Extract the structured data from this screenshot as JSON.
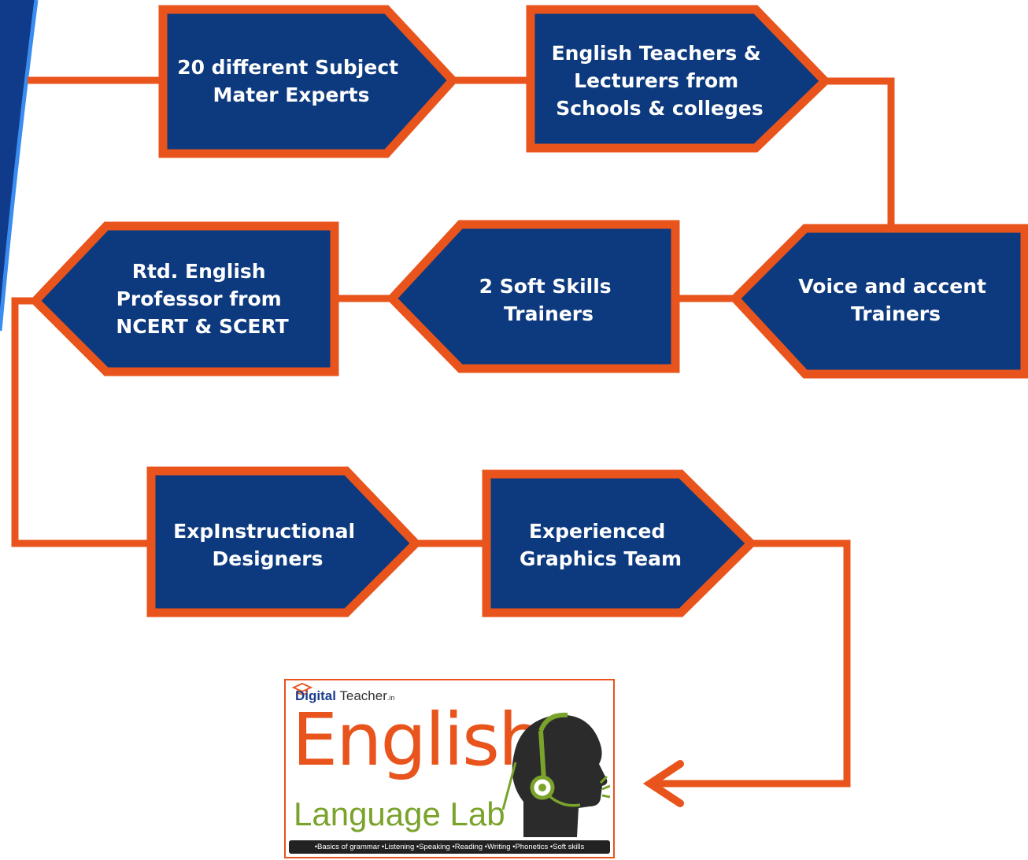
{
  "diagram": {
    "nodes": {
      "subject_experts": [
        "20 different Subject",
        "Mater Experts"
      ],
      "english_teachers": [
        "English Teachers &",
        "Lecturers from",
        "Schools & colleges"
      ],
      "voice_trainers": [
        "Voice and accent",
        "Trainers"
      ],
      "soft_skills": [
        "2 Soft Skills",
        "Trainers"
      ],
      "professor": [
        "Rtd. English",
        "Professor from",
        "NCERT & SCERT"
      ],
      "designers": [
        "ExpInstructional",
        "Designers"
      ],
      "graphics": [
        "Experienced",
        "Graphics Team"
      ]
    }
  },
  "logo": {
    "brand_prefix": "Digital",
    "brand_main": "Teacher",
    "brand_tld": ".in",
    "title": "English",
    "subtitle": "Language Lab",
    "footer": "•Basics of grammar •Listening •Speaking •Reading •Writing •Phonetics •Soft skills"
  },
  "colors": {
    "node_fill": "#0d3a7e",
    "outline": "#e8541c",
    "arc": "#1a66d6",
    "logo_green": "#7aa32b"
  }
}
